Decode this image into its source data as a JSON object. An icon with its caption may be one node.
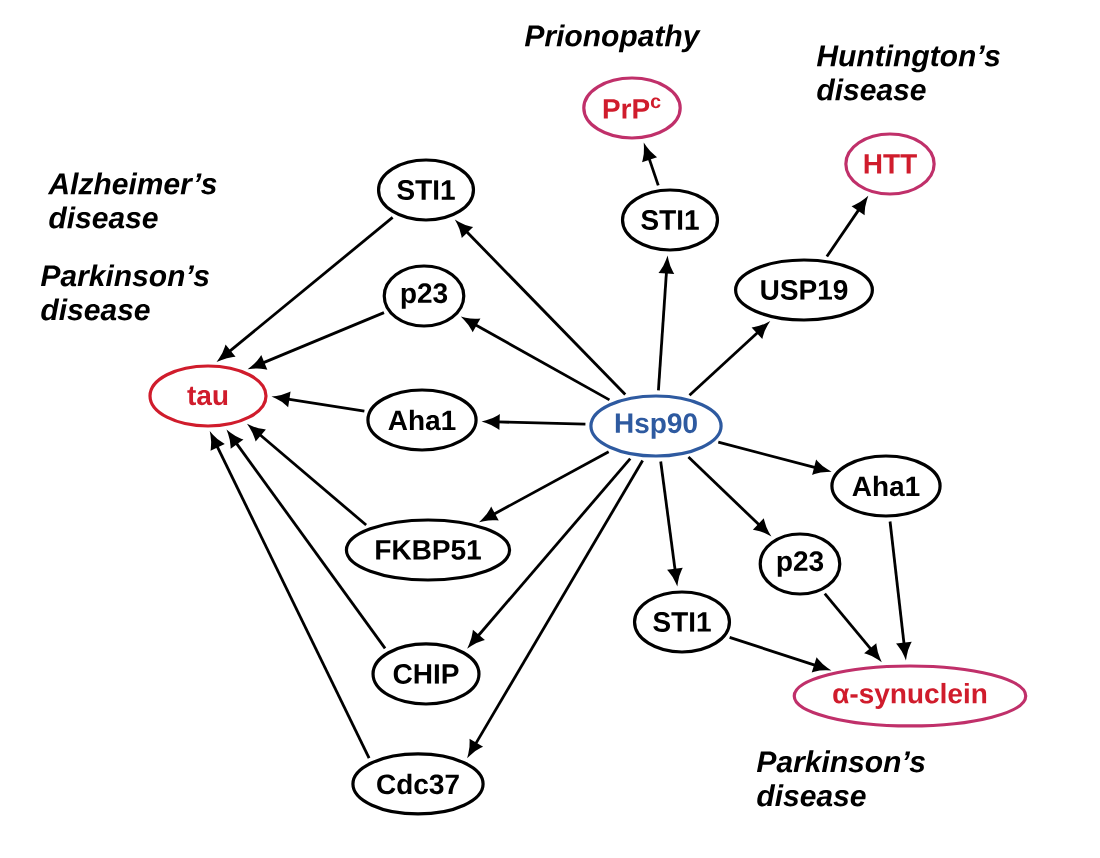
{
  "diagram": {
    "nodes": [
      {
        "text": [
          "Hsp90"
        ]
      },
      {
        "text": [
          "STI1"
        ]
      },
      {
        "text": [
          "p23"
        ]
      },
      {
        "text": [
          "Aha1"
        ]
      },
      {
        "text": [
          "FKBP51"
        ]
      },
      {
        "text": [
          "CHIP"
        ]
      },
      {
        "text": [
          "Cdc37"
        ]
      },
      {
        "text": [
          "tau"
        ],
        "beside": [
          "Alzheimer’s disease",
          "Parkinson’s disease"
        ]
      },
      {
        "text": [
          "STI1"
        ]
      },
      {
        "text": [
          "PrP$^{c}$"
        ],
        "beside": [
          "Prionopathy"
        ]
      },
      {
        "text": [
          "USP19"
        ]
      },
      {
        "text": [
          "HTT"
        ],
        "beside": [
          "Huntington’s disease"
        ]
      },
      {
        "text": [
          "Aha1"
        ]
      },
      {
        "text": [
          "p23"
        ]
      },
      {
        "text": [
          "STI1"
        ]
      },
      {
        "text": [
          "α-synuclein"
        ],
        "beside": [
          "Parkinson’s disease"
        ]
      }
    ],
    "edges": [
      {
        "from": 0,
        "to": 1,
        "arrow": "to"
      },
      {
        "from": 0,
        "to": 2,
        "arrow": "to"
      },
      {
        "from": 0,
        "to": 3,
        "arrow": "to"
      },
      {
        "from": 0,
        "to": 4,
        "arrow": "to"
      },
      {
        "from": 0,
        "to": 5,
        "arrow": "to"
      },
      {
        "from": 0,
        "to": 6,
        "arrow": "to"
      },
      {
        "from": 1,
        "to": 7,
        "arrow": "to"
      },
      {
        "from": 2,
        "to": 7,
        "arrow": "to"
      },
      {
        "from": 3,
        "to": 7,
        "arrow": "to"
      },
      {
        "from": 4,
        "to": 7,
        "arrow": "to"
      },
      {
        "from": 5,
        "to": 7,
        "arrow": "to"
      },
      {
        "from": 6,
        "to": 7,
        "arrow": "to"
      },
      {
        "from": 0,
        "to": 8,
        "arrow": "to"
      },
      {
        "from": 8,
        "to": 9,
        "arrow": "to"
      },
      {
        "from": 0,
        "to": 10,
        "arrow": "to"
      },
      {
        "from": 10,
        "to": 11,
        "arrow": "to"
      },
      {
        "from": 0,
        "to": 12,
        "arrow": "to"
      },
      {
        "from": 0,
        "to": 13,
        "arrow": "to"
      },
      {
        "from": 0,
        "to": 14,
        "arrow": "to"
      },
      {
        "from": 12,
        "to": 15,
        "arrow": "to"
      },
      {
        "from": 13,
        "to": 15,
        "arrow": "to"
      },
      {
        "from": 14,
        "to": 15,
        "arrow": "to"
      }
    ]
  }
}
